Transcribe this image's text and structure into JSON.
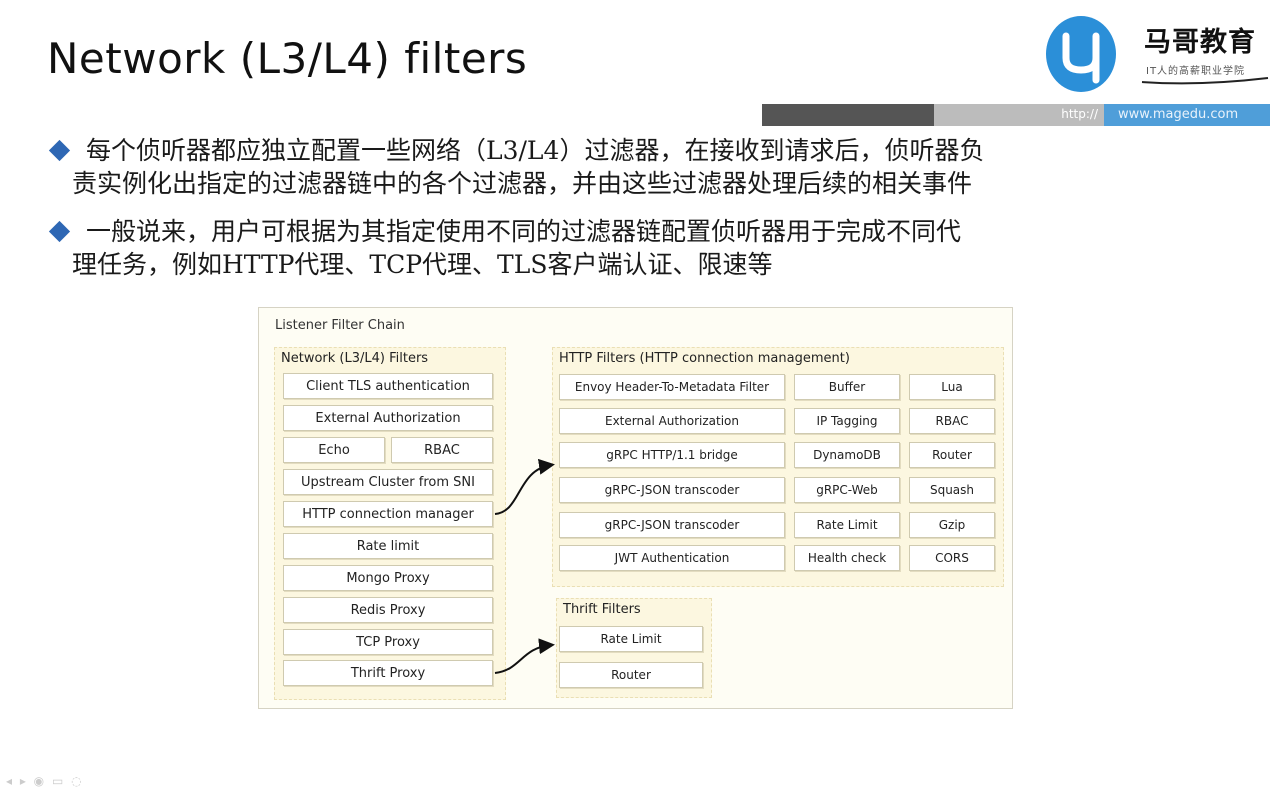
{
  "slide": {
    "title": "Network (L3/L4) filters"
  },
  "logo": {
    "name": "马哥教育",
    "slogan": "IT人的高薪职业学院",
    "brand_color": "#2b8fd8"
  },
  "url_bar": {
    "http": "http://",
    "site": "www.magedu.com"
  },
  "bullets": [
    {
      "lines": [
        "每个侦听器都应独立配置一些网络（L3/L4）过滤器，在接收到请求后，侦听器负",
        "责实例化出指定的过滤器链中的各个过滤器，并由这些过滤器处理后续的相关事件"
      ]
    },
    {
      "lines": [
        "一般说来，用户可根据为其指定使用不同的过滤器链配置侦听器用于完成不同代",
        "理任务，例如HTTP代理、TCP代理、TLS客户端认证、限速等"
      ]
    }
  ],
  "diagram": {
    "title": "Listener Filter Chain",
    "network_group": {
      "title": "Network (L3/L4) Filters",
      "items": [
        "Client TLS authentication",
        "External Authorization",
        "Echo",
        "RBAC",
        "Upstream Cluster from SNI",
        "HTTP connection manager",
        "Rate limit",
        "Mongo Proxy",
        "Redis Proxy",
        "TCP Proxy",
        "Thrift Proxy"
      ]
    },
    "http_group": {
      "title": "HTTP Filters (HTTP connection management)",
      "col1": [
        "Envoy Header-To-Metadata Filter",
        "External Authorization",
        "gRPC HTTP/1.1 bridge",
        "gRPC-JSON transcoder",
        "gRPC-JSON transcoder",
        "JWT Authentication"
      ],
      "col2": [
        "Buffer",
        "IP Tagging",
        "DynamoDB",
        "gRPC-Web",
        "Rate Limit",
        "Health check"
      ],
      "col3": [
        "Lua",
        "RBAC",
        "Router",
        "Squash",
        "Gzip",
        "CORS"
      ]
    },
    "thrift_group": {
      "title": "Thrift Filters",
      "items": [
        "Rate Limit",
        "Router"
      ]
    }
  }
}
